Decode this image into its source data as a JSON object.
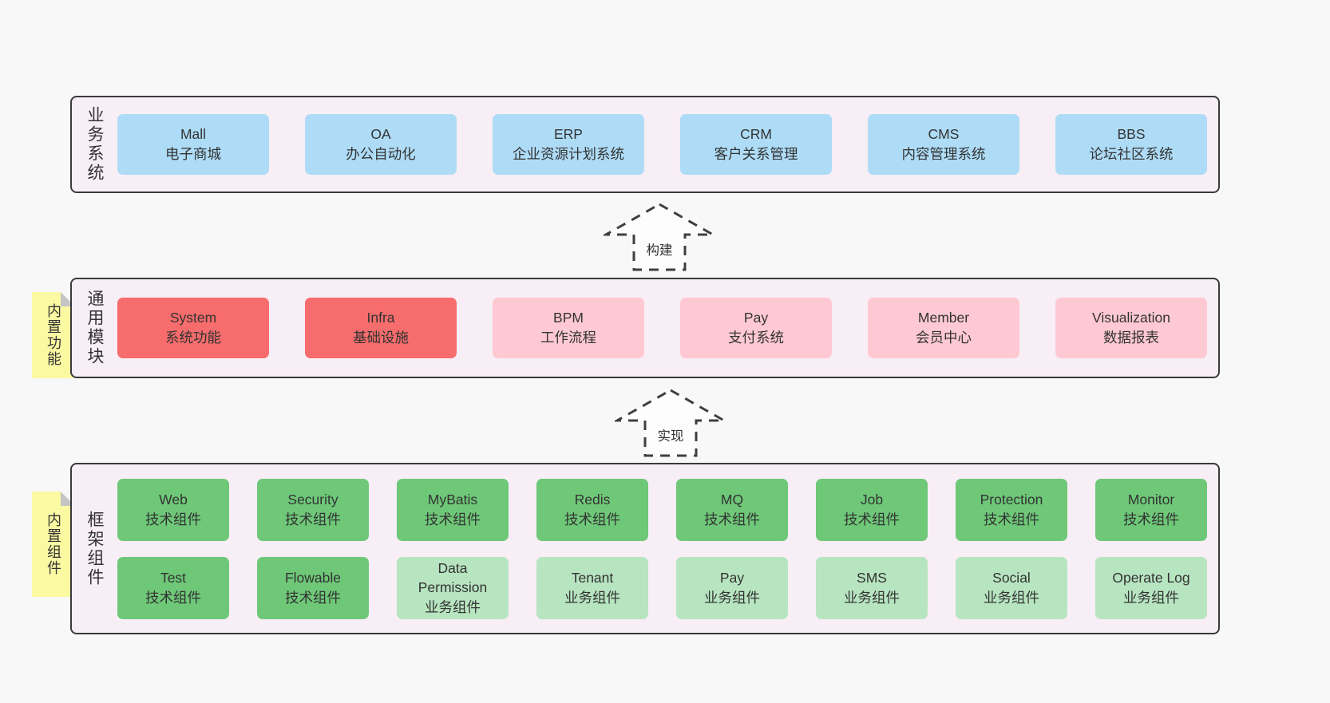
{
  "colors": {
    "page_bg": "#f8f8f8",
    "section_bg": "#f8eef6",
    "section_border": "#3a3a3a",
    "blue_box": "#aedcf7",
    "red_box": "#f76c6c",
    "pink_box": "#ffc9d3",
    "green_box": "#6ec878",
    "light_green_box": "#b7e5c0",
    "note_bg": "#fbf9a2",
    "note_fold": "#c4c4c4",
    "text": "#333333"
  },
  "arrows": [
    {
      "label": "构建"
    },
    {
      "label": "实现"
    }
  ],
  "sections": [
    {
      "side_label": "业务系统",
      "items": [
        {
          "title": "Mall",
          "subtitle": "电子商城"
        },
        {
          "title": "OA",
          "subtitle": "办公自动化"
        },
        {
          "title": "ERP",
          "subtitle": "企业资源计划系统"
        },
        {
          "title": "CRM",
          "subtitle": "客户关系管理"
        },
        {
          "title": "CMS",
          "subtitle": "内容管理系统"
        },
        {
          "title": "BBS",
          "subtitle": "论坛社区系统"
        }
      ]
    },
    {
      "side_label": "通用模块",
      "note": "内置功能",
      "items": [
        {
          "title": "System",
          "subtitle": "系统功能"
        },
        {
          "title": "Infra",
          "subtitle": "基础设施"
        },
        {
          "title": "BPM",
          "subtitle": "工作流程"
        },
        {
          "title": "Pay",
          "subtitle": "支付系统"
        },
        {
          "title": "Member",
          "subtitle": "会员中心"
        },
        {
          "title": "Visualization",
          "subtitle": "数据报表"
        }
      ]
    },
    {
      "side_label": "框架组件",
      "note": "内置组件",
      "rows": [
        [
          {
            "title": "Web",
            "subtitle": "技术组件"
          },
          {
            "title": "Security",
            "subtitle": "技术组件"
          },
          {
            "title": "MyBatis",
            "subtitle": "技术组件"
          },
          {
            "title": "Redis",
            "subtitle": "技术组件"
          },
          {
            "title": "MQ",
            "subtitle": "技术组件"
          },
          {
            "title": "Job",
            "subtitle": "技术组件"
          },
          {
            "title": "Protection",
            "subtitle": "技术组件"
          },
          {
            "title": "Monitor",
            "subtitle": "技术组件"
          }
        ],
        [
          {
            "title": "Test",
            "subtitle": "技术组件"
          },
          {
            "title": "Flowable",
            "subtitle": "技术组件"
          },
          {
            "title": "Data Permission",
            "subtitle": "业务组件"
          },
          {
            "title": "Tenant",
            "subtitle": "业务组件"
          },
          {
            "title": "Pay",
            "subtitle": "业务组件"
          },
          {
            "title": "SMS",
            "subtitle": "业务组件"
          },
          {
            "title": "Social",
            "subtitle": "业务组件"
          },
          {
            "title": "Operate Log",
            "subtitle": "业务组件"
          }
        ]
      ]
    }
  ]
}
